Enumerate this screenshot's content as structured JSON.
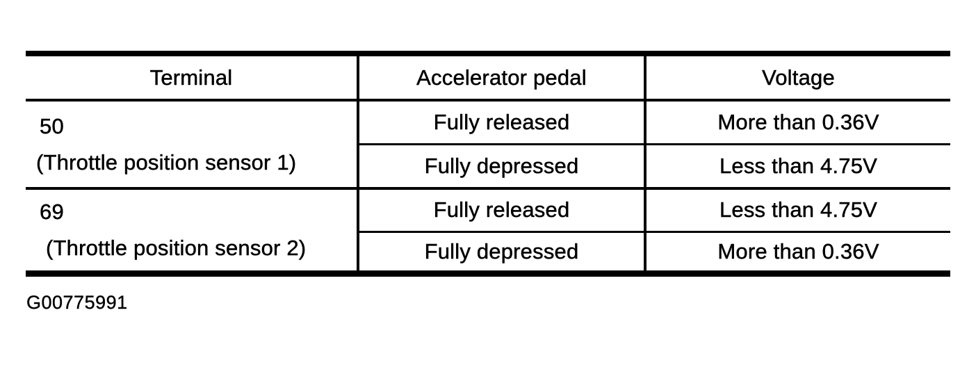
{
  "colors": {
    "ink": "#000000",
    "paper": "#ffffff"
  },
  "figure_id": "G00775991",
  "table": {
    "headers": [
      "Terminal",
      "Accelerator pedal",
      "Voltage"
    ],
    "groups": [
      {
        "terminal": "50",
        "description": "(Throttle position sensor 1)",
        "conditions": [
          {
            "pedal": "Fully released",
            "voltage": "More than 0.36V"
          },
          {
            "pedal": "Fully depressed",
            "voltage": "Less than 4.75V"
          }
        ]
      },
      {
        "terminal": "69",
        "description": "(Throttle position sensor 2)",
        "conditions": [
          {
            "pedal": "Fully released",
            "voltage": "Less than 4.75V"
          },
          {
            "pedal": "Fully depressed",
            "voltage": "More than 0.36V"
          }
        ]
      }
    ]
  }
}
